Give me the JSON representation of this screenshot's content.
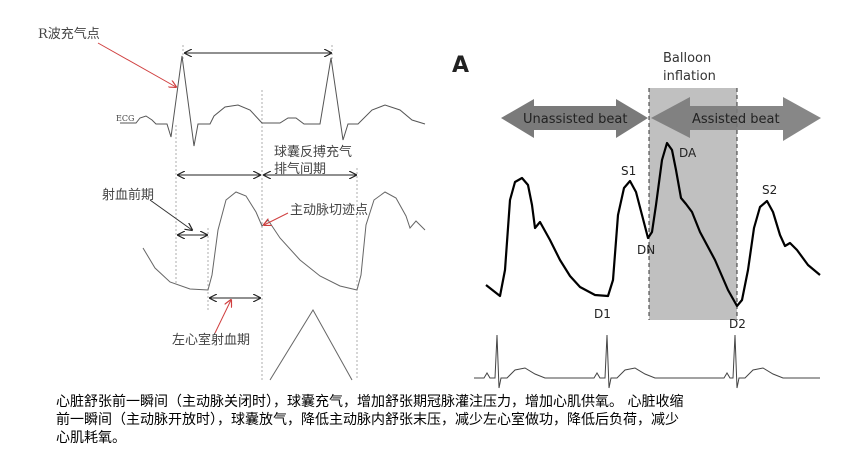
{
  "left_diagram": {
    "r_wave_label": "R波充气点",
    "ecg_label": "ECG",
    "interval_label_line1": "球囊反搏充气",
    "interval_label_line2": "排气间期",
    "pre_ejection_label": "射血前期",
    "dicrotic_notch_label": "主动脉切迹点",
    "lv_ejection_label": "左心室射血期"
  },
  "right_diagram": {
    "panel_label": "A",
    "balloon_label_line1": "Balloon",
    "balloon_label_line2": "inflation",
    "unassisted_label": "Unassisted beat",
    "assisted_label": "Assisted beat",
    "points": {
      "s1": "S1",
      "da": "DA",
      "dn": "DN",
      "d1": "D1",
      "s2": "S2",
      "d2": "D2"
    }
  },
  "caption": {
    "line1": "心脏舒张前一瞬间（主动脉关闭时），球囊充气，增加舒张期冠脉灌注压力，增加心肌供氧。 心脏收缩",
    "line2": "前一瞬间（主动脉开放时），球囊放气，降低主动脉内舒张末压，减少左心室做功，降低后负荷，减少",
    "line3": "心肌耗氧。"
  },
  "colors": {
    "annotation_arrow": "#d04040",
    "balloon_region": "#c0c0c0",
    "beat_arrow": "#7a7a7a"
  }
}
